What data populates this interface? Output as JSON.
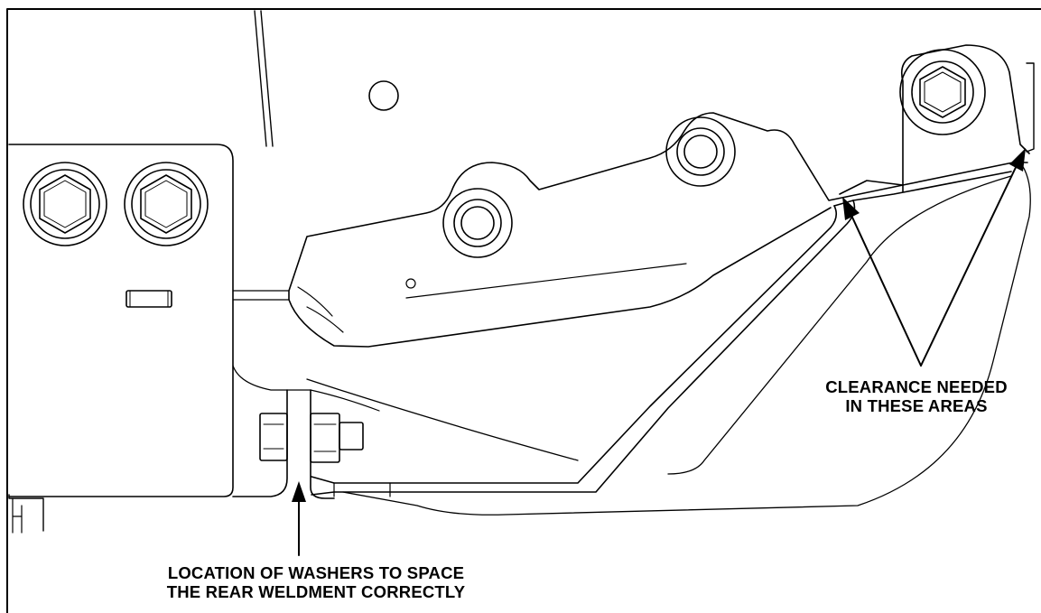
{
  "callouts": {
    "clearance": {
      "line1": "CLEARANCE NEEDED",
      "line2": "IN THESE AREAS"
    },
    "washers": {
      "line1": "LOCATION OF WASHERS TO SPACE",
      "line2": "THE REAR WELDMENT CORRECTLY"
    }
  },
  "colors": {
    "ink": "#000000",
    "paper": "#ffffff",
    "shading": "#dcdcdc"
  }
}
